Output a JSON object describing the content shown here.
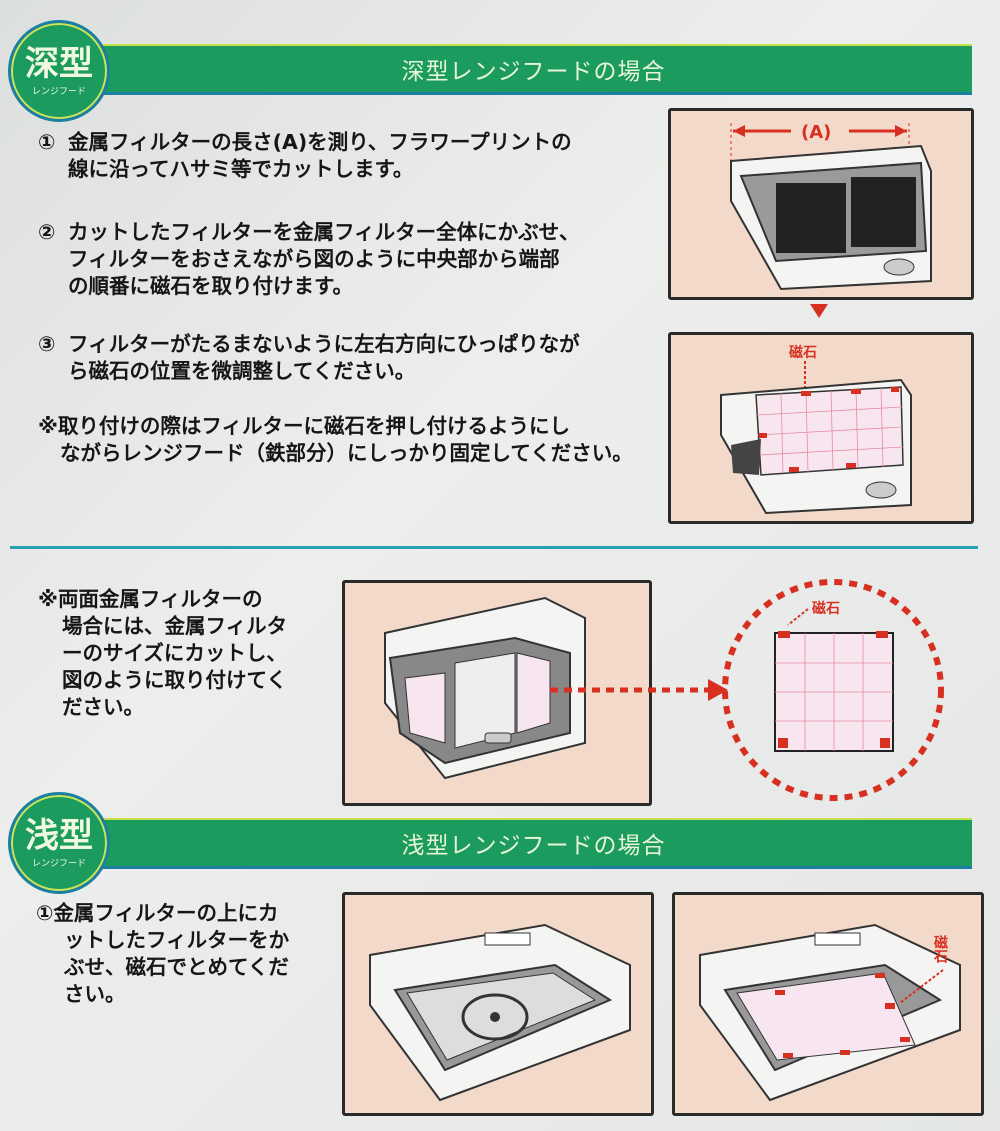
{
  "deep": {
    "badge_main": "深型",
    "badge_sub": "レンジフード",
    "banner_title": "深型レンジフードの場合",
    "steps": [
      {
        "num": "①",
        "lines": [
          "金属フィルターの長さ(A)を測り、フラワープリントの",
          "線に沿ってハサミ等でカットします。"
        ]
      },
      {
        "num": "②",
        "lines": [
          "カットしたフィルターを金属フィルター全体にかぶせ、",
          "フィルターをおさえながら図のように中央部から端部",
          "の順番に磁石を取り付けます。"
        ]
      },
      {
        "num": "③",
        "lines": [
          "フィルターがたるまないように左右方向にひっぱりなが",
          "ら磁石の位置を微調整してください。"
        ]
      }
    ],
    "note": {
      "mark": "※",
      "lines": [
        "取り付けの際はフィルターに磁石を押し付けるようにし",
        "ながらレンジフード（鉄部分）にしっかり固定してください。"
      ]
    },
    "figure_a_label": "(A)",
    "figure_magnet_label": "磁石"
  },
  "double_sided": {
    "mark": "※",
    "lines": [
      "両面金属フィルターの",
      "場合には、金属フィルタ",
      "ーのサイズにカットし、",
      "図のように取り付けてく",
      "ださい。"
    ],
    "magnet_label": "磁石"
  },
  "shallow": {
    "badge_main": "浅型",
    "badge_sub": "レンジフード",
    "banner_title": "浅型レンジフードの場合",
    "step": {
      "num": "①",
      "lines": [
        "金属フィルターの上にカ",
        "ットしたフィルターをか",
        "ぶせ、磁石でとめてくだ",
        "さい。"
      ]
    },
    "magnet_label": "磁石"
  },
  "colors": {
    "green": "#1b9b5e",
    "panel": "#f2d9ca",
    "magnet_red": "#d83020"
  }
}
